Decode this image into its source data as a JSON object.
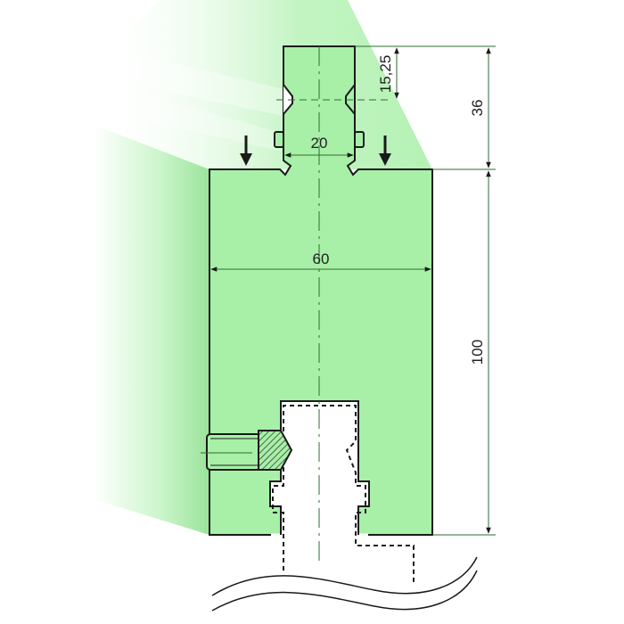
{
  "diagram": {
    "type": "technical drawing - press brake tool holder",
    "dimensions": {
      "tang_height": "15,25",
      "total_tang_height": "36",
      "tang_width": "20",
      "body_width": "60",
      "body_height": "100"
    },
    "colors": {
      "body_fill": "#a8f0a8",
      "line": "#1a1a1a",
      "dimension_line": "#2f6b2f"
    }
  }
}
